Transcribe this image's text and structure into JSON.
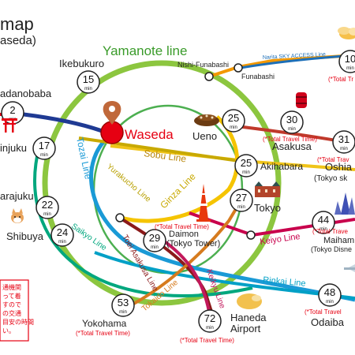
{
  "title": {
    "line1": "map",
    "line2": "aseda)"
  },
  "lines": {
    "yamanote": "Yamanote line",
    "tozai": "Tozai Line",
    "sobu": "Sobu Line",
    "yurakucho": "Yurakucho Line",
    "ginza": "Ginza Line",
    "saikyo": "Saikyo Line",
    "toei_asakusa": "Toei Asakusa Line",
    "keikyu": "Keikyu Line",
    "keiyo": "Keiyo Line",
    "rinkai": "Rinkai Line",
    "tokaido": "Tokaido Line",
    "narita_access": "Narita SKY ACCESS Line"
  },
  "min_unit": "min",
  "travel_note": "(*Total Travel Time)",
  "stations": {
    "ikebukuro": {
      "name": "Ikebukuro",
      "min": "15"
    },
    "takadanobaba": {
      "name": "adanobaba",
      "min": "2"
    },
    "shinjuku": {
      "name": "injuku",
      "min": "17"
    },
    "harajuku": {
      "name": "arajuku",
      "min": "22"
    },
    "shibuya": {
      "name": "Shibuya",
      "min": "24"
    },
    "waseda": {
      "name": "Waseda"
    },
    "nishi_funabashi": {
      "name": "Nishi-Funabashi"
    },
    "funabashi": {
      "name": "Funabashi"
    },
    "narita": {
      "min": "10",
      "note": "(*Total Tr"
    },
    "ueno": {
      "name": "Ueno",
      "min": "25"
    },
    "asakusa": {
      "name": "Asakusa",
      "min": "30",
      "note": "(*Total Travel Time)"
    },
    "oshiage": {
      "name": "Oshia",
      "sub": "(Tokyo sk",
      "min": "31",
      "note": "(*Total Trav"
    },
    "akihabara": {
      "name": "Akihabara",
      "min": "25"
    },
    "tokyo": {
      "name": "Tokyo",
      "min": "27"
    },
    "daimon": {
      "name": "Daimon",
      "sub": "(Tokyo Tower)",
      "min": "29",
      "note": "(*Total Travel Time)"
    },
    "maihama": {
      "name": "Maiham",
      "sub": "(Tokyo Disne",
      "min": "44",
      "note": "(*Total Trave"
    },
    "odaiba": {
      "name": "Odaiba",
      "min": "48",
      "note": "(*Total Travel"
    },
    "yokohama": {
      "name": "Yokohama",
      "min": "53",
      "note": "(*Total Travel Time)"
    },
    "haneda": {
      "name": "Haneda",
      "name2": "Airport",
      "min": "72",
      "note": "(*Total Travel Time)"
    }
  },
  "jp_note": [
    "通機関",
    "って着",
    "すので",
    "の交通",
    "目安の時間",
    "い。"
  ],
  "colors": {
    "yamanote": "#8cc63f",
    "tozai": "#1a9ad6",
    "sobu": "#f0c419",
    "yurakucho": "#c8a900",
    "ginza": "#f39800",
    "saikyo": "#00a77e",
    "asakusa": "#e85298",
    "keikyu": "#c2185b",
    "keiyo": "#c8004c",
    "rinkai": "#00a0c6",
    "tokaido": "#d67b1e",
    "narita": "#1d6fb8",
    "brand_green": "#3a9b2a",
    "waseda_red": "#e60012"
  }
}
